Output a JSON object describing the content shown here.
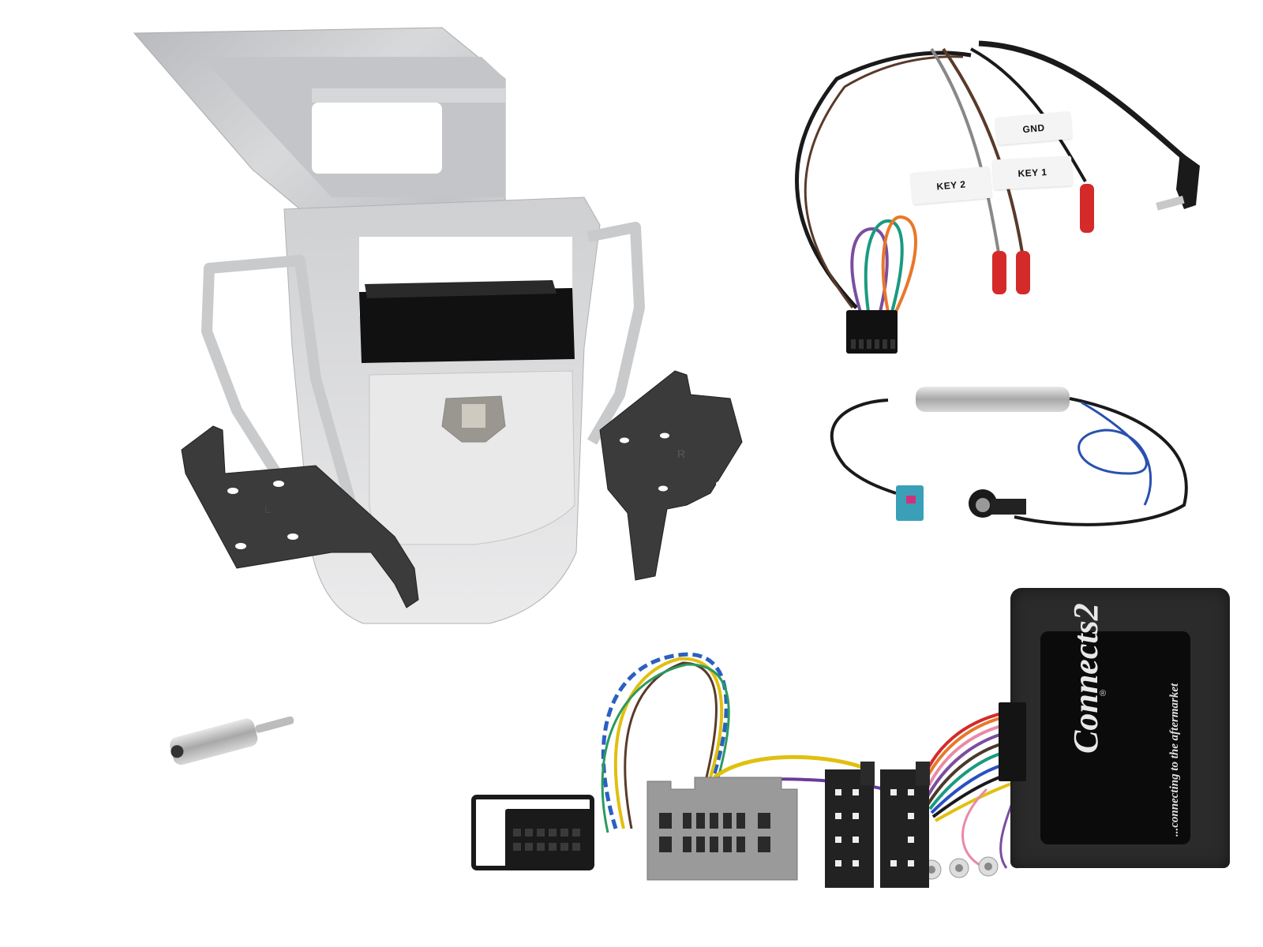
{
  "image": {
    "description": "Car stereo fitting kit product photo: silver double-DIN fascia, mounting brackets, steering wheel control interface, patch lead, antenna adapters",
    "background": "#ffffff"
  },
  "components": {
    "fascia": {
      "name": "Silver fascia panel",
      "color": "#c9cacc"
    },
    "bracket_left": {
      "name": "Left mounting bracket",
      "mark": "L",
      "color": "#3a3a3a"
    },
    "bracket_right": {
      "name": "Right mounting bracket",
      "mark": "R",
      "color": "#3a3a3a"
    },
    "patch_lead": {
      "name": "Steering control patch lead",
      "labels": {
        "gnd": "GND",
        "key1": "KEY 1",
        "key2": "KEY 2"
      },
      "wire_colors": [
        "#7a4ea0",
        "#1a9a80",
        "#e8782a",
        "#8a8a8a",
        "#5a3a2a",
        "#1a1a1a"
      ],
      "terminal_color": "#d42a2a"
    },
    "antenna_adapter_fakra": {
      "name": "Fakra to ISO antenna adapter with amplifier",
      "fakra_color": "#3aa0b8",
      "power_wire_color": "#2a50b0"
    },
    "antenna_adapter_din": {
      "name": "DIN antenna adapter",
      "color": "#c0c0c0"
    },
    "interface_module": {
      "name": "Steering wheel control interface",
      "brand": "Connects2",
      "registered_mark": "®",
      "tagline": "...connecting to the aftermarket"
    },
    "harness": {
      "name": "Vehicle harness with ISO connectors",
      "connector_gray_color": "#9a9a9a",
      "connector_black_color": "#222222"
    }
  }
}
